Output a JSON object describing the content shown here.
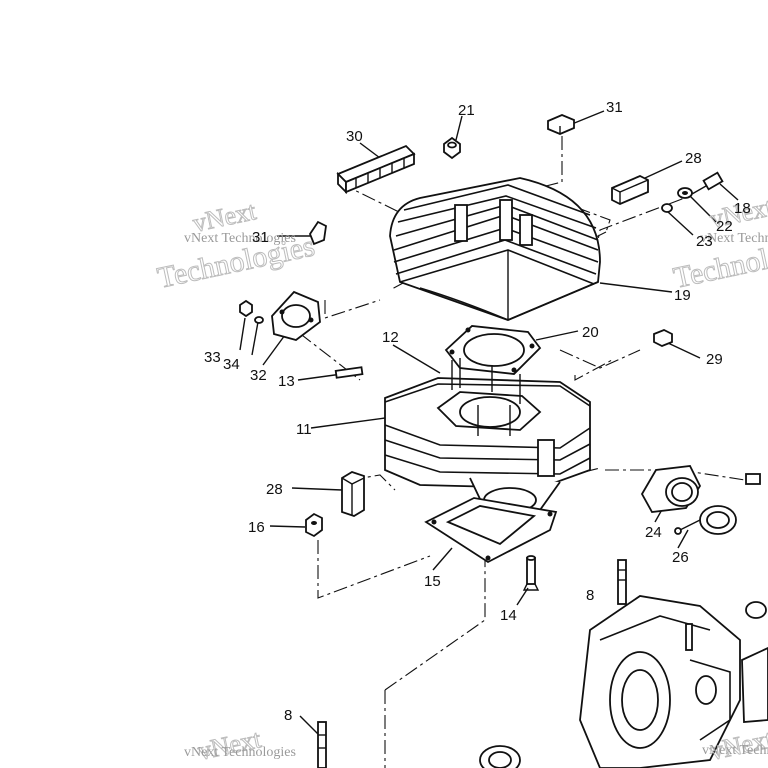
{
  "callouts": [
    {
      "id": "c21",
      "text": "21"
    },
    {
      "id": "c31a",
      "text": "31"
    },
    {
      "id": "c30",
      "text": "30"
    },
    {
      "id": "c28a",
      "text": "28"
    },
    {
      "id": "c18",
      "text": "18"
    },
    {
      "id": "c22",
      "text": "22"
    },
    {
      "id": "c23",
      "text": "23"
    },
    {
      "id": "c31b",
      "text": "31"
    },
    {
      "id": "c19",
      "text": "19"
    },
    {
      "id": "c33",
      "text": "33"
    },
    {
      "id": "c34",
      "text": "34"
    },
    {
      "id": "c32",
      "text": "32"
    },
    {
      "id": "c12",
      "text": "12"
    },
    {
      "id": "c20",
      "text": "20"
    },
    {
      "id": "c29",
      "text": "29"
    },
    {
      "id": "c13",
      "text": "13"
    },
    {
      "id": "c11",
      "text": "11"
    },
    {
      "id": "c28b",
      "text": "28"
    },
    {
      "id": "c16",
      "text": "16"
    },
    {
      "id": "c24",
      "text": "24"
    },
    {
      "id": "c26",
      "text": "26"
    },
    {
      "id": "c15",
      "text": "15"
    },
    {
      "id": "c8a",
      "text": "8"
    },
    {
      "id": "c14",
      "text": "14"
    },
    {
      "id": "c8b",
      "text": "8"
    }
  ],
  "watermark": {
    "line1": "vNext",
    "line2": "vNext Technologies",
    "line3": "Technologies"
  }
}
